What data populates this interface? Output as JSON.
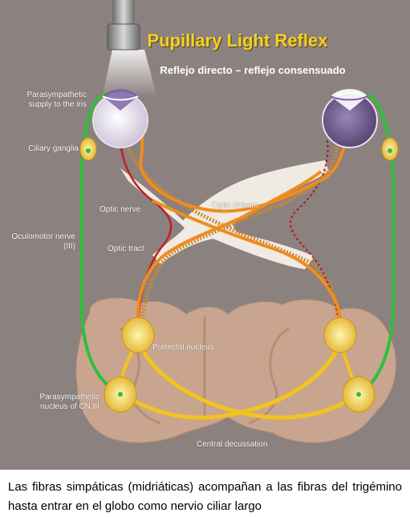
{
  "title": "Pupillary Light Reflex",
  "subtitle": "Reflejo directo – reflejo consensuado",
  "labels": {
    "parasympathetic_iris_line1": "Parasympathetic",
    "parasympathetic_iris_line2": "supply to the iris",
    "ciliary_ganglia": "Ciliary ganglia",
    "optic_nerve": "Optic nerve",
    "optic_chiasm": "Optic chiasm",
    "oculomotor_line1": "Oculomotor nerve",
    "oculomotor_line2": "(III)",
    "optic_tract": "Optic tract",
    "pretectal_nucleus": "Pretectal nucleus",
    "cn3_line1": "Parasympathetic",
    "cn3_line2": "nucleus of CN III",
    "central_decussation": "Central decussation"
  },
  "caption": "Las fibras simpáticas (midriáticas) acompañan a las fibras del trigémino hasta entrar en el globo como nervio ciliar largo",
  "colors": {
    "background": "#8b817f",
    "title": "#f7d21a",
    "parasympathetic_fiber": "#2fbf3a",
    "optic_fiber": "#f08c1e",
    "afferent_fiber": "#c41e1e",
    "decussation_fiber": "#f2c41e",
    "brainstem": "#c9a58f"
  }
}
